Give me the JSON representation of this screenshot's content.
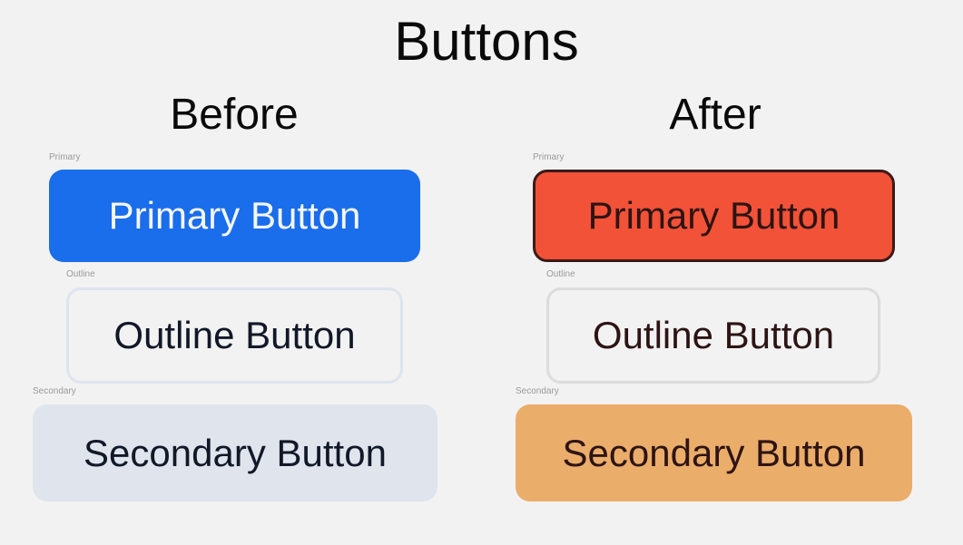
{
  "title": "Buttons",
  "columns": {
    "before": {
      "heading": "Before",
      "primary": {
        "label": "Primary",
        "text": "Primary Button",
        "bg": "#1a6deb",
        "fg": "#f4f6fb"
      },
      "outline": {
        "label": "Outline",
        "text": "Outline Button",
        "border": "#dde4ee",
        "fg": "#111827"
      },
      "secondary": {
        "label": "Secondary",
        "text": "Secondary Button",
        "bg": "#dfe4ed",
        "fg": "#111827"
      }
    },
    "after": {
      "heading": "After",
      "primary": {
        "label": "Primary",
        "text": "Primary Button",
        "bg": "#f25237",
        "border": "#3a1a1a",
        "fg": "#2d1414"
      },
      "outline": {
        "label": "Outline",
        "text": "Outline Button",
        "border": "#dcdcdc",
        "fg": "#2d1414"
      },
      "secondary": {
        "label": "Secondary",
        "text": "Secondary Button",
        "bg": "#ebad6a",
        "fg": "#2d1414"
      }
    }
  }
}
